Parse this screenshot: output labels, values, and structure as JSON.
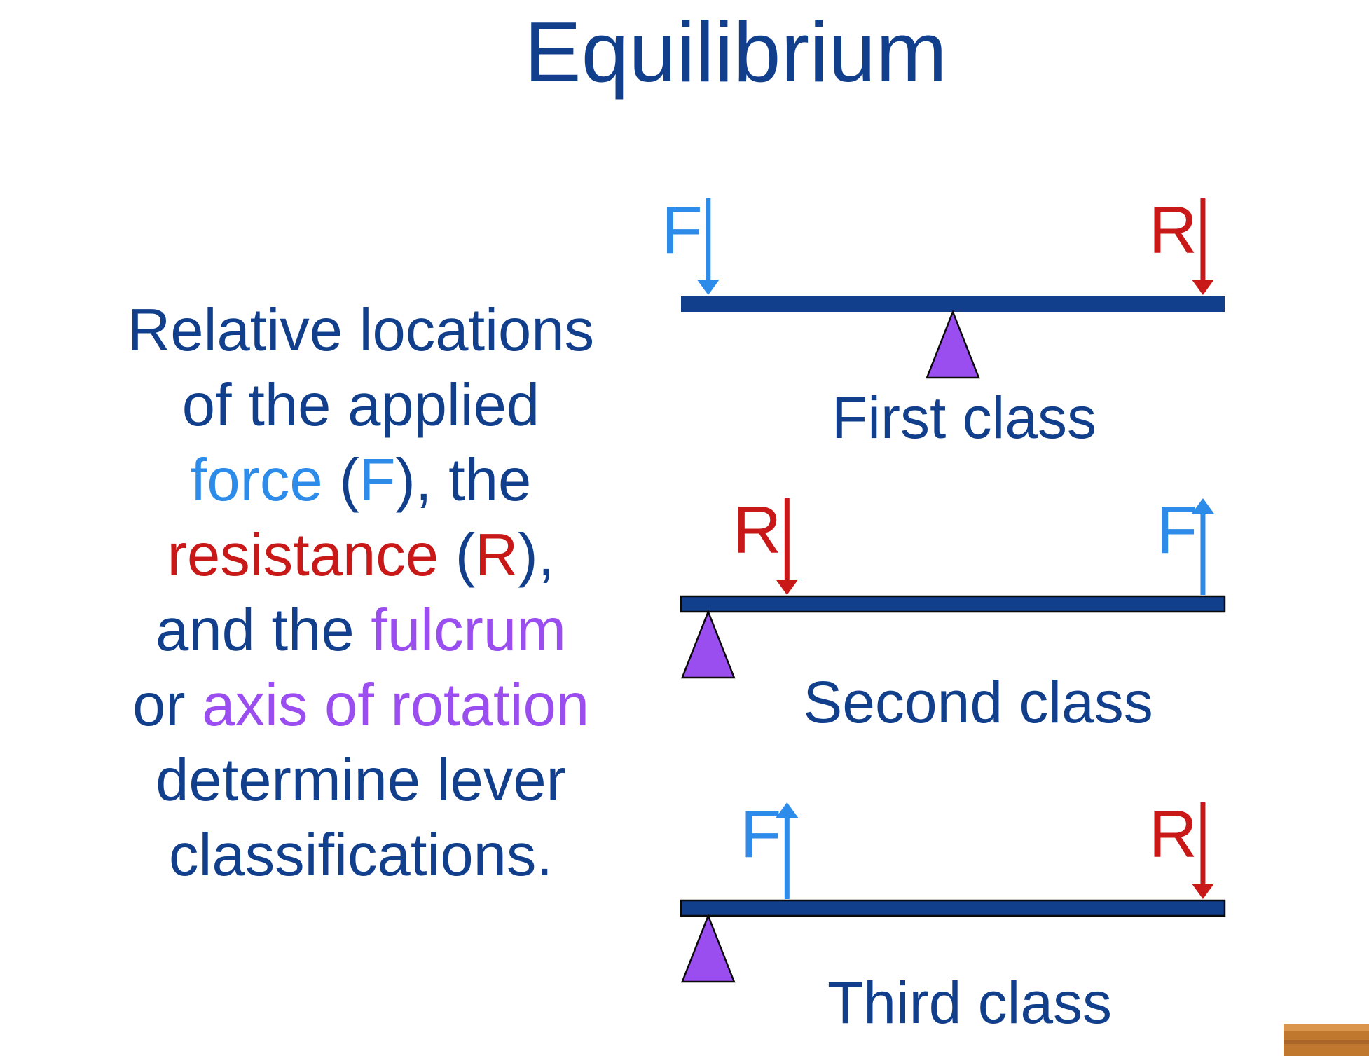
{
  "title": "Equilibrium",
  "description": {
    "lines": [
      [
        {
          "text": "Relative locations",
          "role": "normal"
        }
      ],
      [
        {
          "text": "of the applied",
          "role": "normal"
        }
      ],
      [
        {
          "text": "force",
          "role": "force"
        },
        {
          "text": " (",
          "role": "normal"
        },
        {
          "text": "F",
          "role": "force"
        },
        {
          "text": "), the",
          "role": "normal"
        }
      ],
      [
        {
          "text": "resistance",
          "role": "resistance"
        },
        {
          "text": " (",
          "role": "normal"
        },
        {
          "text": "R",
          "role": "resistance"
        },
        {
          "text": "),",
          "role": "normal"
        }
      ],
      [
        {
          "text": "and the ",
          "role": "normal"
        },
        {
          "text": "fulcrum",
          "role": "fulcrum"
        }
      ],
      [
        {
          "text": "or ",
          "role": "normal"
        },
        {
          "text": "axis of rotation",
          "role": "fulcrum"
        }
      ],
      [
        {
          "text": "determine lever",
          "role": "normal"
        }
      ],
      [
        {
          "text": "classifications.",
          "role": "normal"
        }
      ]
    ]
  },
  "colors": {
    "navy_text": "#123f8c",
    "beam": "#123f8c",
    "force": "#2d8bea",
    "resistance": "#c81818",
    "fulcrum": "#9a4ef0"
  },
  "levers": [
    {
      "caption": "First class",
      "fulcrum_position": 0.5,
      "forces": [
        {
          "label": "F",
          "kind": "force",
          "direction": "down",
          "position": 0.05
        },
        {
          "label": "R",
          "kind": "resistance",
          "direction": "down",
          "position": 0.96
        }
      ]
    },
    {
      "caption": "Second class",
      "fulcrum_position": 0.05,
      "forces": [
        {
          "label": "R",
          "kind": "resistance",
          "direction": "down",
          "position": 0.195
        },
        {
          "label": "F",
          "kind": "force",
          "direction": "up",
          "position": 0.96
        }
      ]
    },
    {
      "caption": "Third class",
      "fulcrum_position": 0.05,
      "forces": [
        {
          "label": "F",
          "kind": "force",
          "direction": "up",
          "position": 0.195
        },
        {
          "label": "R",
          "kind": "resistance",
          "direction": "down",
          "position": 0.96
        }
      ]
    }
  ]
}
